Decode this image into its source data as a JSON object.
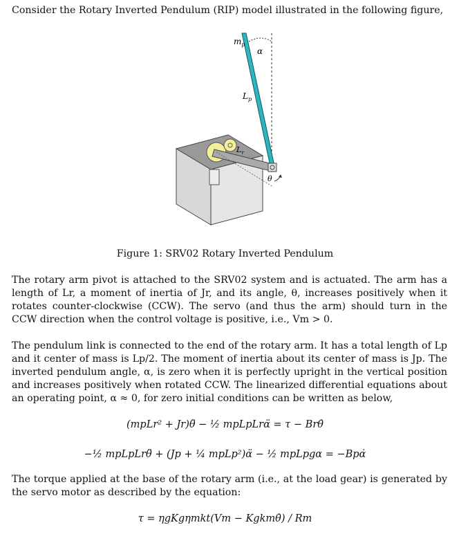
{
  "intro": "Consider the Rotary Inverted Pendulum (RIP) model illustrated in the following figure,",
  "figure": {
    "labels": {
      "mp": "m",
      "mp_sub": "p",
      "alpha": "α",
      "Lp": "L",
      "Lp_sub": "p",
      "Lr": "L",
      "Lr_sub": "r",
      "theta": "θ"
    },
    "caption": "Figure 1: SRV02 Rotary Inverted Pendulum"
  },
  "paragraph1": "The rotary arm pivot is attached to the SRV02 system and is actuated. The arm has a length of Lr, a moment of inertia of Jr, and its angle, θ, increases positively when it rotates counter-clockwise (CCW). The servo (and thus the arm) should turn in the CCW direction when the control voltage is positive, i.e., Vm > 0.",
  "paragraph2": "The pendulum link is connected to the end of the rotary arm. It has a total length of Lp and it center of mass is Lp/2. The moment of inertia about its center of mass is Jp. The inverted pendulum angle, α, is zero when it is perfectly upright in the vertical position and increases positively when rotated CCW. The linearized differential equations about an operating point, α ≈ 0, for zero initial conditions can be written as below,",
  "equation1": "(mpLr² + Jr)θ̈ − ½ mpLpLrα̈ = τ − Brθ̇",
  "equation2": "−½ mpLpLrθ̈ + (Jp + ¼ mpLp²)α̈ − ½ mpLpgα = −Bpα̇",
  "paragraph3": "The torque applied at the base of the rotary arm (i.e., at the load gear) is generated by the servo motor as described by the equation:",
  "equation3": "τ = ηgKgηmkt(Vm − Kgkmθ̇) / Rm"
}
